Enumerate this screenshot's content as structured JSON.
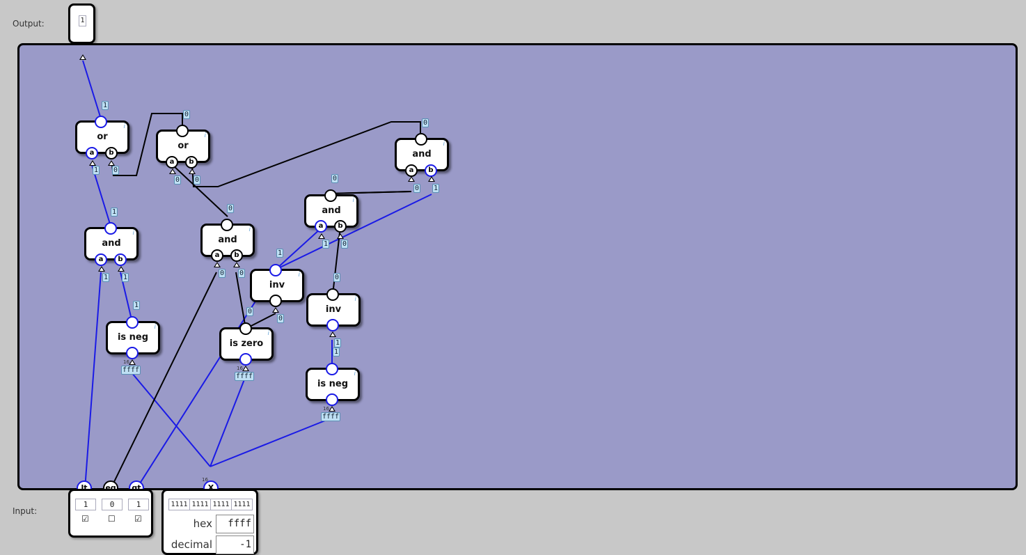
{
  "labels": {
    "output": "Output:",
    "input": "Input:"
  },
  "output": {
    "value": "1"
  },
  "gates": {
    "or1": {
      "name": "or",
      "a": "a",
      "b": "b"
    },
    "or2": {
      "name": "or",
      "a": "a",
      "b": "b"
    },
    "and_top": {
      "name": "and",
      "a": "a",
      "b": "b"
    },
    "and_mid": {
      "name": "and",
      "a": "a",
      "b": "b"
    },
    "and_left": {
      "name": "and",
      "a": "a",
      "b": "b"
    },
    "and_center": {
      "name": "and",
      "a": "a",
      "b": "b"
    },
    "inv1": {
      "name": "inv"
    },
    "inv2": {
      "name": "inv"
    },
    "isneg1": {
      "name": "is neg"
    },
    "iszero": {
      "name": "is zero"
    },
    "isneg2": {
      "name": "is neg"
    },
    "info_icon": "i"
  },
  "wire_values": {
    "out": "1",
    "or1_out": "1",
    "or1_a": "1",
    "or1_b": "0",
    "or2_out": "0",
    "or2_a": "0",
    "or2_b": "0",
    "andtop_out": "0",
    "andtop_a": "0",
    "andtop_b": "1",
    "andmid_out": "0",
    "andmid_a": "1",
    "andmid_b": "0",
    "andleft_out": "1",
    "andleft_a": "1",
    "andleft_b": "1",
    "andcenter_out": "0",
    "andcenter_a": "0",
    "andcenter_b": "0",
    "inv1_in": "0",
    "inv1_out": "1",
    "inv2_in": "1",
    "inv2_out": "0",
    "isneg1_in": "ffff",
    "isneg1_out": "1",
    "iszero_in": "ffff",
    "iszero_out": "0",
    "isneg2_in": "ffff",
    "isneg2_out": "1",
    "bus_width": "16"
  },
  "inputs": {
    "lt": {
      "label": "lt",
      "value": "1",
      "checked": "☑"
    },
    "eq": {
      "label": "eq",
      "value": "0",
      "checked": "☐"
    },
    "gt": {
      "label": "gt",
      "value": "1",
      "checked": "☑"
    },
    "x": {
      "label": "X",
      "width": "16",
      "bits": [
        "1111",
        "1111",
        "1111",
        "1111"
      ],
      "hex_label": "hex",
      "hex_value": "ffff",
      "decimal_label": "decimal",
      "decimal_value": "-1"
    }
  },
  "colors": {
    "active": "#1a1ae6",
    "inactive": "#000000",
    "canvas": "#9a9ac8",
    "background": "#c8c8c8"
  }
}
